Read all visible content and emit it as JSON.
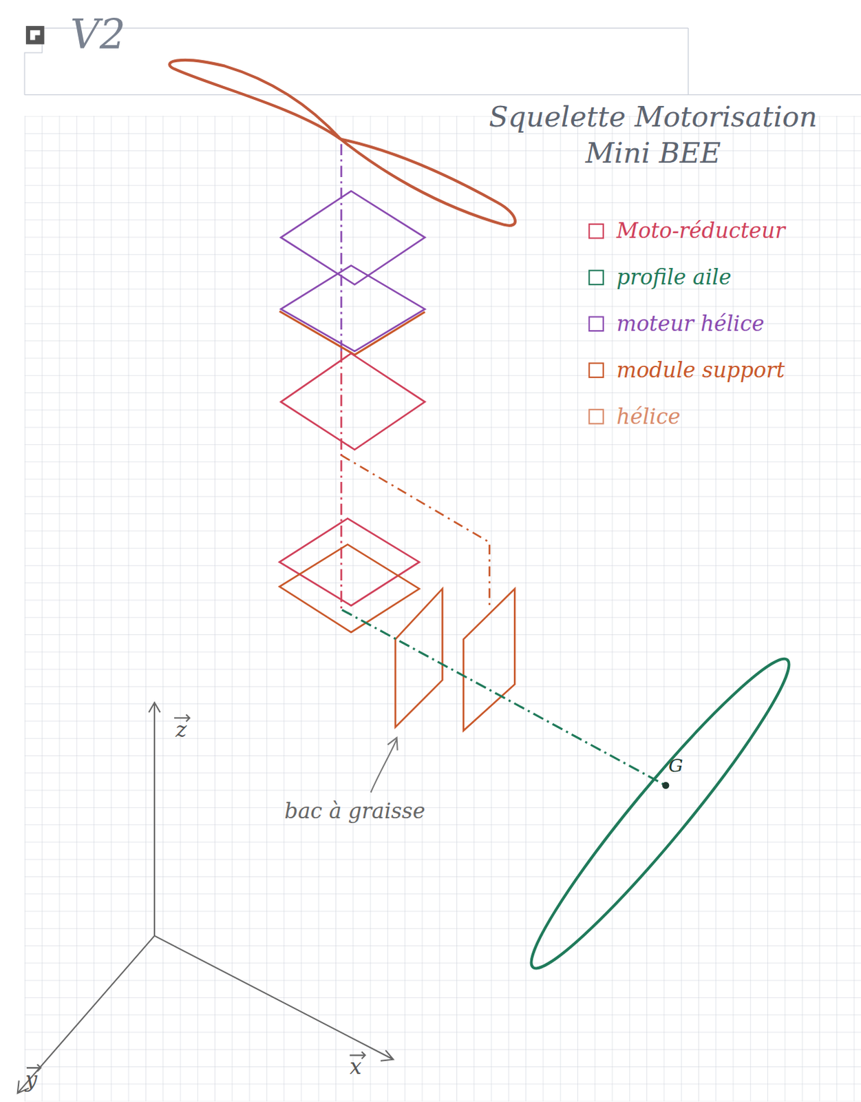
{
  "diagram": {
    "title": "Squelette Motorisation Mini BEE",
    "labels": [
      "V2",
      "bac à graisse",
      "G",
      "z",
      "y",
      "x"
    ],
    "legend": [
      {
        "text": "Moto-réducteur",
        "color": "#d0405a"
      },
      {
        "text": "profile aile",
        "color": "#1f7a5a"
      },
      {
        "text": "moteur hélice",
        "color": "#8a4ab0"
      },
      {
        "text": "module support",
        "color": "#c9582a"
      },
      {
        "text": "hélice",
        "color": "#d98a6a"
      }
    ]
  }
}
